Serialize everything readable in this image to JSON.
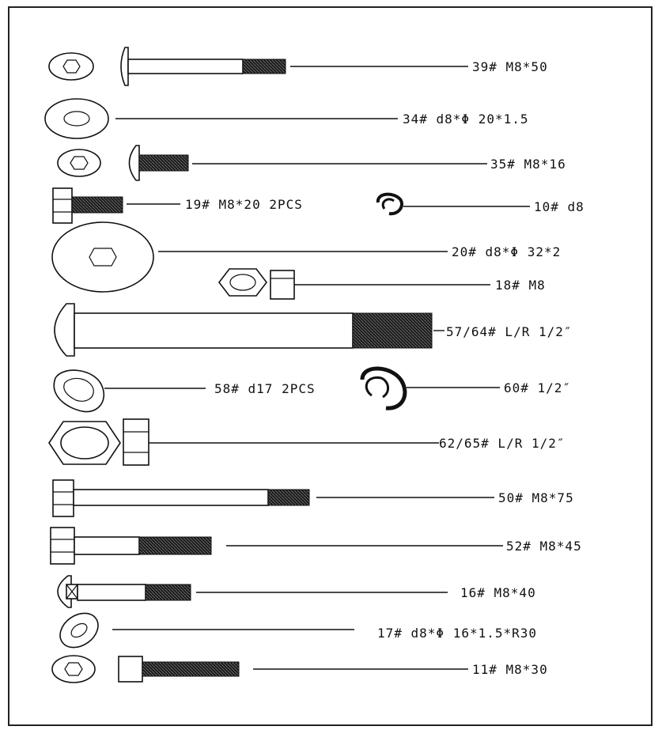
{
  "parts": [
    {
      "id": "p39",
      "label": "39# M8*50"
    },
    {
      "id": "p34",
      "label": "34# d8*Φ 20*1.5"
    },
    {
      "id": "p35",
      "label": "35# M8*16"
    },
    {
      "id": "p19",
      "label": "19# M8*20 2PCS"
    },
    {
      "id": "p10",
      "label": "10# d8"
    },
    {
      "id": "p20",
      "label": "20# d8*Φ 32*2"
    },
    {
      "id": "p18",
      "label": "18#  M8"
    },
    {
      "id": "p57",
      "label": "57/64# L/R 1/2″"
    },
    {
      "id": "p58",
      "label": "58# d17 2PCS"
    },
    {
      "id": "p60",
      "label": "60# 1/2″"
    },
    {
      "id": "p62",
      "label": "62/65# L/R 1/2″"
    },
    {
      "id": "p50",
      "label": "50# M8*75"
    },
    {
      "id": "p52",
      "label": "52# M8*45"
    },
    {
      "id": "p16",
      "label": "16#  M8*40"
    },
    {
      "id": "p17",
      "label": "17# d8*Φ 16*1.5*R30"
    },
    {
      "id": "p11",
      "label": "11#  M8*30"
    }
  ]
}
